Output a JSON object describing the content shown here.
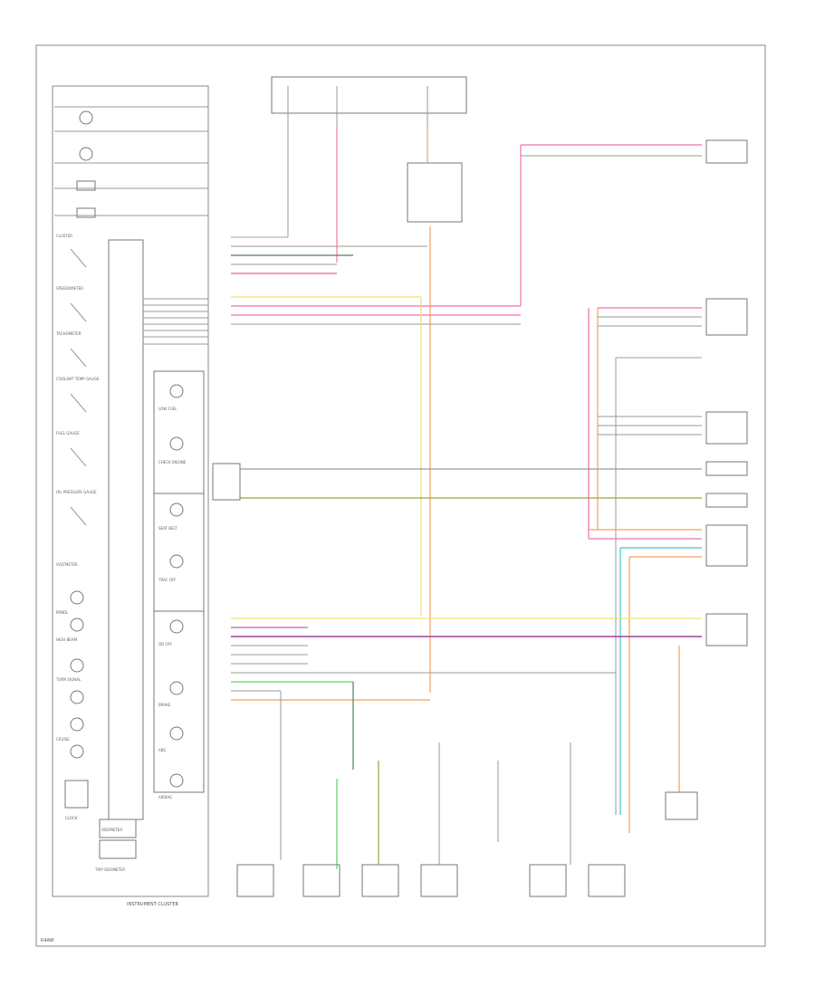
{
  "cluster": {
    "title": "INSTRUMENT CLUSTER",
    "left_items": [
      "CLUSTER",
      "SPEEDOMETER",
      "TACHOMETER",
      "COOLANT TEMP GAUGE",
      "FUEL GAUGE",
      "OIL PRESSURE GAUGE",
      "VOLTMETER",
      "PRNDL",
      "HIGH BEAM",
      "TURN SIGNAL",
      "CRUISE",
      "CLOCK"
    ],
    "right_items": [
      "LOW FUEL",
      "CHECK ENGINE",
      "SEAT BELT",
      "TRAC OFF",
      "OD OFF",
      "BRAKE",
      "ABS",
      "AIRBAG"
    ],
    "bottom_labels": [
      "ODOMETER",
      "TRIP ODOMETER"
    ]
  },
  "colors": {
    "pink": "#f070b0",
    "red_pink": "#f06080",
    "orange": "#f0a060",
    "yellow": "#f0e070",
    "green": "#60d060",
    "cyan": "#40c8c8",
    "dark_green": "#508050",
    "olive": "#a0a040",
    "purple": "#a040a0",
    "gray": "#999999"
  },
  "footer_code": "K4AW"
}
